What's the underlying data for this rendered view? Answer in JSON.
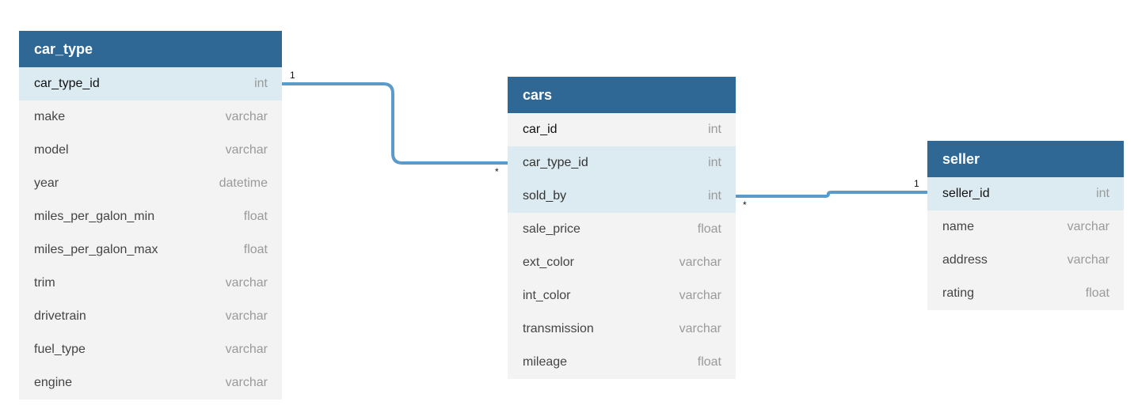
{
  "tables": [
    {
      "name": "car_type",
      "fields": [
        {
          "name": "car_type_id",
          "type": "int",
          "key": true,
          "highlight": true
        },
        {
          "name": "make",
          "type": "varchar"
        },
        {
          "name": "model",
          "type": "varchar"
        },
        {
          "name": "year",
          "type": "datetime"
        },
        {
          "name": "miles_per_galon_min",
          "type": "float"
        },
        {
          "name": "miles_per_galon_max",
          "type": "float"
        },
        {
          "name": "trim",
          "type": "varchar"
        },
        {
          "name": "drivetrain",
          "type": "varchar"
        },
        {
          "name": "fuel_type",
          "type": "varchar"
        },
        {
          "name": "engine",
          "type": "varchar"
        }
      ]
    },
    {
      "name": "cars",
      "fields": [
        {
          "name": "car_id",
          "type": "int",
          "key": true
        },
        {
          "name": "car_type_id",
          "type": "int",
          "highlight": true
        },
        {
          "name": "sold_by",
          "type": "int",
          "highlight": true
        },
        {
          "name": "sale_price",
          "type": "float"
        },
        {
          "name": "ext_color",
          "type": "varchar"
        },
        {
          "name": "int_color",
          "type": "varchar"
        },
        {
          "name": "transmission",
          "type": "varchar"
        },
        {
          "name": "mileage",
          "type": "float"
        }
      ]
    },
    {
      "name": "seller",
      "fields": [
        {
          "name": "seller_id",
          "type": "int",
          "key": true,
          "highlight": true
        },
        {
          "name": "name",
          "type": "varchar"
        },
        {
          "name": "address",
          "type": "varchar"
        },
        {
          "name": "rating",
          "type": "float"
        }
      ]
    }
  ],
  "relationships": [
    {
      "from": "car_type.car_type_id",
      "from_card": "1",
      "to": "cars.car_type_id",
      "to_card": "*"
    },
    {
      "from": "seller.seller_id",
      "from_card": "1",
      "to": "cars.sold_by",
      "to_card": "*"
    }
  ],
  "colors": {
    "header": "#2f6895",
    "highlight_row": "#dcebf1",
    "connector": "#5b9ac9",
    "row_bg": "#f3f3f3"
  }
}
